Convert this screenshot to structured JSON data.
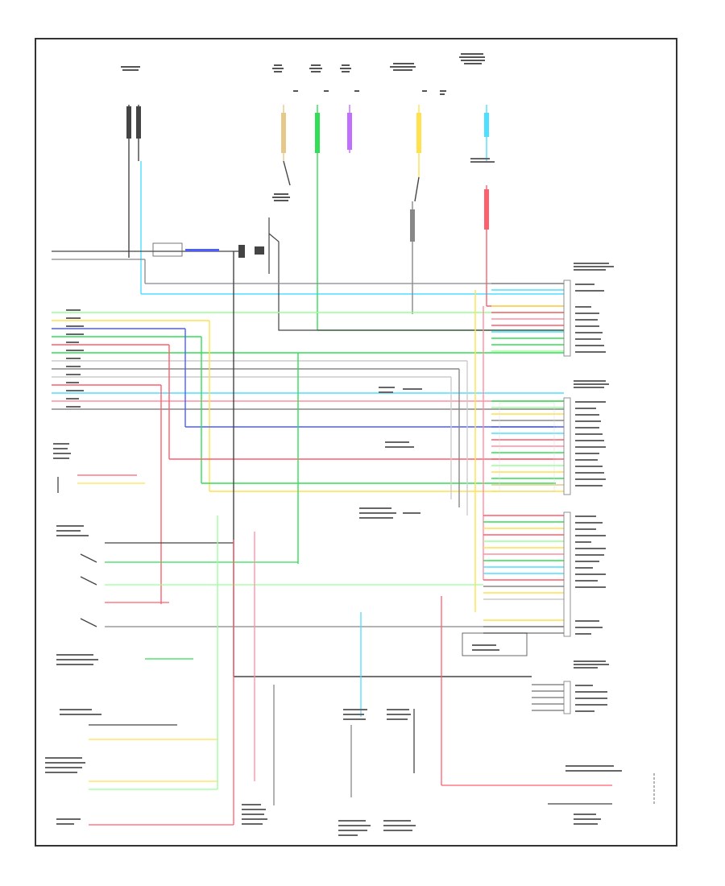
{
  "diagram": {
    "colors": {
      "frame": "#333333",
      "black": "#444444",
      "gray": "#888888",
      "red": "#ff5f6d",
      "pink": "#ff8fa0",
      "green": "#33dd55",
      "lightgreen": "#99ff99",
      "yellow": "#ffe14d",
      "tan": "#e6c98a",
      "blue": "#4b5dff",
      "lightblue": "#4ddfff",
      "purple": "#c070ff",
      "violet": "#8844cc",
      "white": "#cccccc"
    },
    "wire_colors_legend": [
      "black",
      "gray",
      "red",
      "pink",
      "green",
      "lightgreen",
      "yellow",
      "tan",
      "blue",
      "lightblue",
      "purple",
      "violet",
      "white"
    ]
  }
}
